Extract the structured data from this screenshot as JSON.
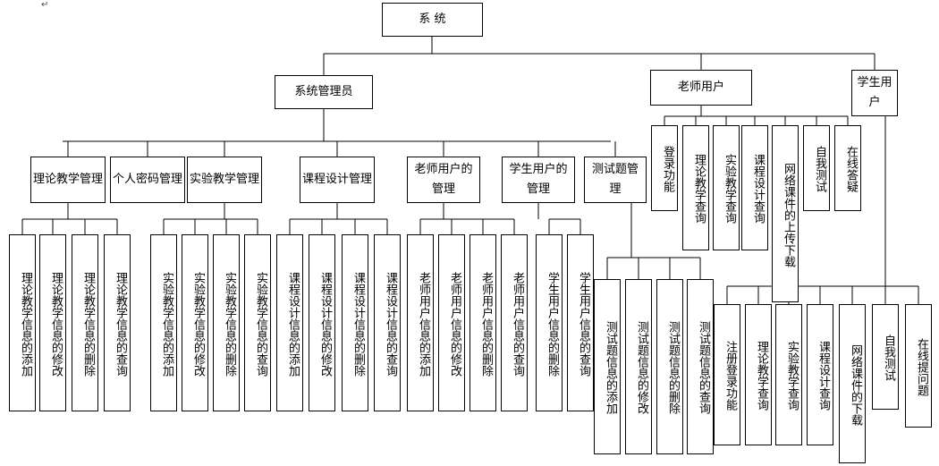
{
  "top_mark": "↵",
  "nodes": {
    "root": "系  统",
    "admin": "系统管理员",
    "teacher": "老师用户",
    "student": "学生用户",
    "a1": "理论教学管理",
    "a2": "个人密码管理",
    "a3": "实验教学管理",
    "a4": "课程设计管理",
    "a5": "老师用户的管理",
    "a6": "学生用户的管理",
    "a7": "测试题管理",
    "a1_1": "理论教学信息的添加",
    "a1_2": "理论教学信息的修改",
    "a1_3": "理论教学信息的删除",
    "a1_4": "理论教学信息的查询",
    "a3_1": "实验教学信息的添加",
    "a3_2": "实验教学信息的修改",
    "a3_3": "实验教学信息的删除",
    "a3_4": "实验教学信息的查询",
    "a4_1": "课程设计信息的添加",
    "a4_2": "课程设计信息的修改",
    "a4_3": "课程设计信息的删除",
    "a4_4": "课程设计信息的查询",
    "a5_1": "老师用户信息的添加",
    "a5_2": "老师用户信息的修改",
    "a5_3": "老师用户信息的删除",
    "a5_4": "老师用户信息的查询",
    "a6_1": "学生用户信息的删除",
    "a6_2": "学生用户信息的查询",
    "a7_1": "测试题信息的添加",
    "a7_2": "测试题信息的修改",
    "a7_3": "测试题信息的删除",
    "a7_4": "测试题信息的查询",
    "t1": "登录功能",
    "t2": "理论教学查询",
    "t3": "实验教学查询",
    "t4": "课程设计查询",
    "t5": "网络课件的上传下载",
    "t6": "自我测试",
    "t7": "在线答疑",
    "s1": "注册登录功能",
    "s2": "理论教学查询",
    "s3": "实验教学查询",
    "s4": "课程设计查询",
    "s5": "网络课件的下载",
    "s6": "自我测试",
    "s7": "在线提问题"
  }
}
